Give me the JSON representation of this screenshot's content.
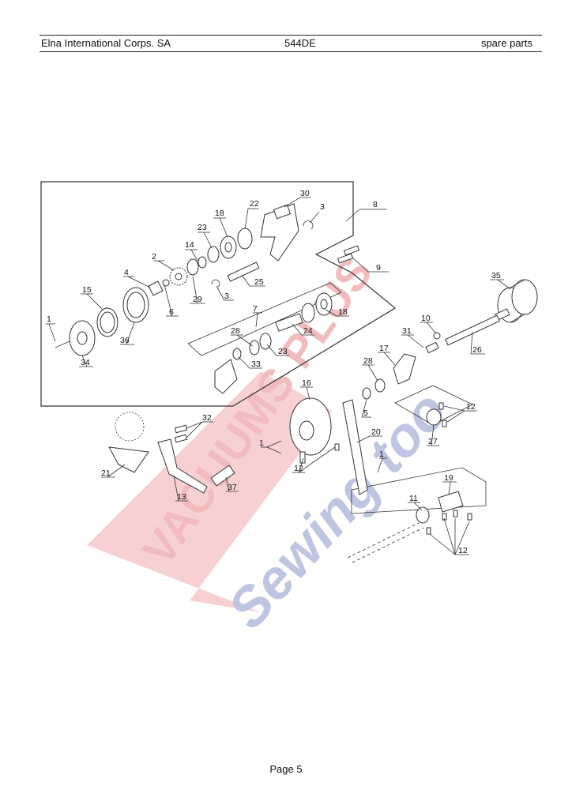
{
  "header": {
    "company": "Elna International Corps. SA",
    "model": "544DE",
    "section": "spare parts"
  },
  "footer": {
    "page": "Page 5"
  },
  "watermark": {
    "brand": "VACUUMS PLUS",
    "sub": "Sewing too",
    "colors": {
      "red": "#e8868a",
      "blue": "#8a96c8"
    }
  },
  "callouts": [
    {
      "num": "30"
    },
    {
      "num": "3"
    },
    {
      "num": "8"
    },
    {
      "num": "22"
    },
    {
      "num": "18"
    },
    {
      "num": "23"
    },
    {
      "num": "14"
    },
    {
      "num": "2"
    },
    {
      "num": "9"
    },
    {
      "num": "4"
    },
    {
      "num": "25"
    },
    {
      "num": "29"
    },
    {
      "num": "3"
    },
    {
      "num": "6"
    },
    {
      "num": "15"
    },
    {
      "num": "36"
    },
    {
      "num": "1"
    },
    {
      "num": "34"
    },
    {
      "num": "35"
    },
    {
      "num": "7"
    },
    {
      "num": "18"
    },
    {
      "num": "24"
    },
    {
      "num": "28"
    },
    {
      "num": "23"
    },
    {
      "num": "33"
    },
    {
      "num": "10"
    },
    {
      "num": "31"
    },
    {
      "num": "26"
    },
    {
      "num": "17"
    },
    {
      "num": "28"
    },
    {
      "num": "16"
    },
    {
      "num": "5"
    },
    {
      "num": "12"
    },
    {
      "num": "32"
    },
    {
      "num": "27"
    },
    {
      "num": "20"
    },
    {
      "num": "1"
    },
    {
      "num": "12"
    },
    {
      "num": "21"
    },
    {
      "num": "1"
    },
    {
      "num": "37"
    },
    {
      "num": "13"
    },
    {
      "num": "19"
    },
    {
      "num": "11"
    },
    {
      "num": "12"
    }
  ]
}
